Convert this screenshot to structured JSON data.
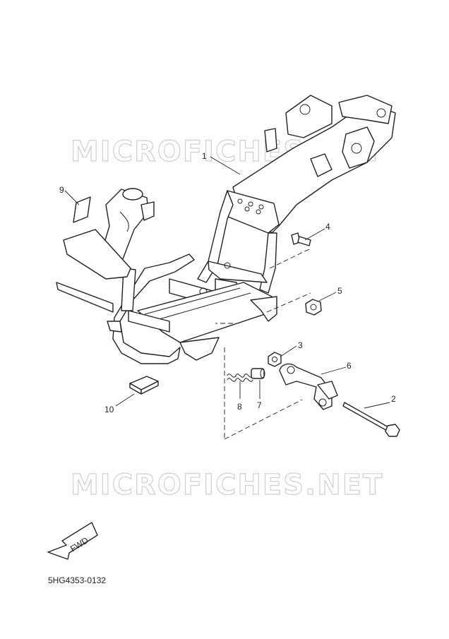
{
  "watermark": {
    "text": "MICROFICHES.NET"
  },
  "callouts": [
    "1",
    "2",
    "3",
    "4",
    "5",
    "6",
    "7",
    "8",
    "9",
    "10"
  ],
  "fwd_label": "FWD",
  "diagram_code": "5HG4353-0132"
}
